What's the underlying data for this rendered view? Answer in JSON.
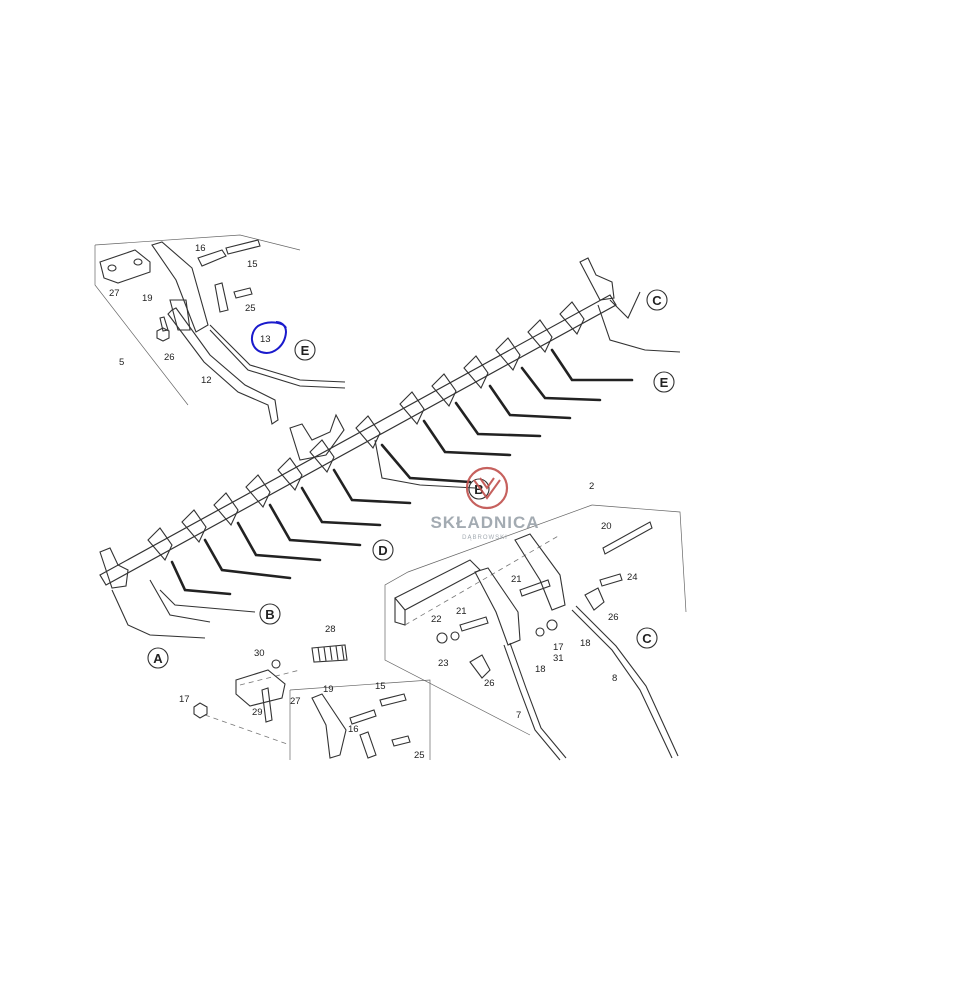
{
  "callouts": {
    "c2": "2",
    "c5": "5",
    "c7": "7",
    "c8": "8",
    "c12": "12",
    "c13": "13",
    "c15a": "15",
    "c15b": "15",
    "c16a": "16",
    "c16b": "16",
    "c17a": "17",
    "c17b": "17",
    "c18a": "18",
    "c18b": "18",
    "c19a": "19",
    "c19b": "19",
    "c20": "20",
    "c21a": "21",
    "c21b": "21",
    "c22": "22",
    "c23": "23",
    "c24": "24",
    "c25a": "25",
    "c25b": "25",
    "c26a": "26",
    "c26b": "26",
    "c26c": "26",
    "c27a": "27",
    "c27b": "27",
    "c28": "28",
    "c29": "29",
    "c30": "30",
    "c31": "31"
  },
  "references": {
    "A": "A",
    "B1": "B",
    "B2": "B",
    "C1": "C",
    "C2": "C",
    "D": "D",
    "E1": "E",
    "E2": "E"
  },
  "highlight": {
    "label": "13",
    "color": "#1a1acc"
  },
  "watermark": {
    "title": "SKŁADNICA",
    "subtitle": "DĄBROWSKI",
    "logo_color": "#c0504d",
    "text_color": "#9aa2aa"
  }
}
